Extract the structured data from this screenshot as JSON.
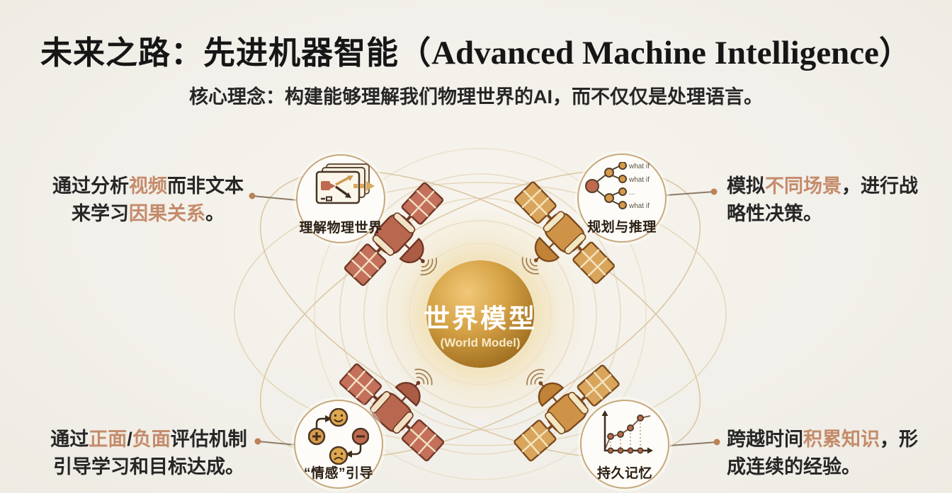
{
  "header": {
    "title_cn": "未来之路：先进机器智能",
    "title_paren_open": "（",
    "title_en": "Advanced Machine Intelligence",
    "title_paren_close": "）",
    "subtitle": "核心理念：构建能够理解我们物理世界的AI，而不仅仅是处理语言。"
  },
  "center": {
    "label_cn": "世界模型",
    "label_en": "(World Model)"
  },
  "badges": {
    "understand": {
      "label": "理解物理世界"
    },
    "planning": {
      "label": "规划与推理",
      "whatif1": "what if",
      "whatif2": "what if",
      "whatif3": "...",
      "whatif4": "what if"
    },
    "emotion": {
      "label": "“情感”引导"
    },
    "memory": {
      "label": "持久记忆"
    }
  },
  "notes": {
    "top_left": {
      "l1a": "通过分析",
      "l1b": "视频",
      "l1c": "而非文本",
      "l2a": "来学习",
      "l2b": "因果关系",
      "l2c": "。"
    },
    "top_right": {
      "l1a": "模拟",
      "l1b": "不同场景",
      "l1c": "，进行战",
      "l2a": "略性决策。"
    },
    "bottom_left": {
      "l1a": "通过",
      "l1b": "正面",
      "l1c": "/",
      "l1d": "负面",
      "l1e": "评估机制",
      "l2a": "引导学习和目标达成。"
    },
    "bottom_right": {
      "l1a": "跨越时间",
      "l1b": "积累知识",
      "l1c": "，形",
      "l2a": "成连续的经验。"
    }
  },
  "icons": {
    "understand": "video-frames-with-arrows",
    "planning": "branching-what-if-tree",
    "emotion": "smiley-sad-plus-minus-cycle",
    "memory": "ascending-line-chart",
    "scene": "world-model-sphere-with-orbits-and-satellites"
  },
  "colors": {
    "background": "#f2f0ea",
    "ink": "#262626",
    "highlight": "#c48b6b",
    "sphere_gold_light": "#eec472",
    "sphere_gold_dark": "#9a6b1e",
    "orbit_ring": "#e7d9c0",
    "satellite_terracotta": "#bc6a50",
    "satellite_gold": "#cf9348",
    "badge_border": "#c8a87c"
  }
}
